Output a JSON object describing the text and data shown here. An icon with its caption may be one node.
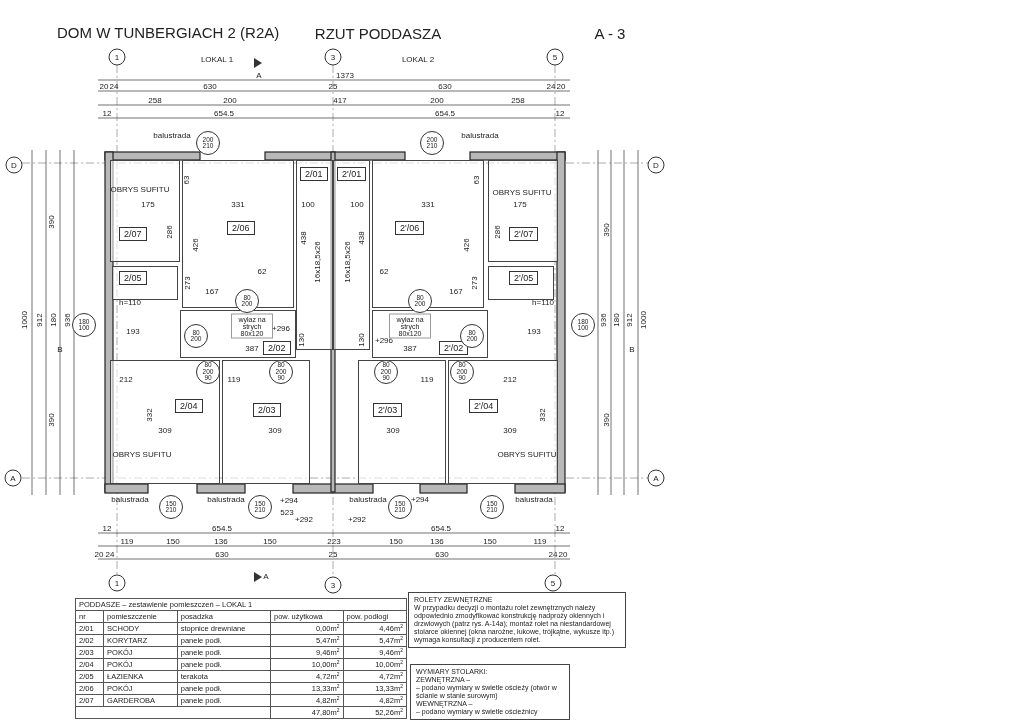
{
  "diagram": {
    "title": "DOM W TUNBERGIACH 2 (R2A)",
    "nodes": [
      {
        "text": [
          "2/07"
        ]
      },
      {
        "text": [
          "2/06"
        ]
      },
      {
        "text": [
          "2/01"
        ]
      },
      {
        "text": [
          "2/05"
        ]
      },
      {
        "text": [
          "2/02"
        ]
      },
      {
        "text": [
          "2/04"
        ]
      },
      {
        "text": [
          "2/03"
        ]
      },
      {
        "text": [
          "2'/01"
        ]
      },
      {
        "text": [
          "2'/06"
        ]
      },
      {
        "text": [
          "2'/07"
        ]
      },
      {
        "text": [
          "2'/05"
        ]
      },
      {
        "text": [
          "2'/02"
        ]
      },
      {
        "text": [
          "2'/03"
        ]
      },
      {
        "text": [
          "2'/04"
        ]
      }
    ],
    "edges": [],
    "labels": [
      "RZUT PODDASZA",
      "A - 3",
      "1",
      "LOKAL 1",
      "A",
      "3",
      "LOKAL 2",
      "5",
      "1373",
      "20",
      "24",
      "630",
      "25",
      "630",
      "24",
      "20",
      "258",
      "200",
      "417",
      "200",
      "258",
      "12",
      "654.5",
      "654.5",
      "12",
      "balustrada",
      "200 210",
      "200 210",
      "balustrada",
      "D",
      "D",
      "390",
      "390",
      "63",
      "OBRYS SUFITU",
      "175",
      "331",
      "100",
      "100",
      "331",
      "175",
      "63",
      "OBRYS SUFITU",
      "286",
      "426",
      "438",
      "16x18,5x26",
      "16x18,5x26",
      "438",
      "426",
      "286",
      "62",
      "62",
      "273",
      "273",
      "167",
      "167",
      "h=110",
      "h=110",
      "80 200",
      "80 200",
      "1000",
      "912",
      "180",
      "936",
      "180 100",
      "193",
      "80 200",
      "wyłaz na strych 80x120",
      "+296",
      "+296",
      "wyłaz na strych 80x120",
      "80 200",
      "193",
      "180 100",
      "936",
      "180",
      "912",
      "1000",
      "B",
      "387",
      "130",
      "130",
      "387",
      "B",
      "80 200 90",
      "80 200 90",
      "80 200 90",
      "80 200 90",
      "212",
      "119",
      "119",
      "212",
      "390",
      "332",
      "309",
      "309",
      "309",
      "309",
      "332",
      "390",
      "OBRYS SUFITU",
      "OBRYS SUFITU",
      "A",
      "A",
      "balustrada",
      "balustrada",
      "+294",
      "balustrada",
      "+294",
      "balustrada",
      "150 210",
      "150 210",
      "150 210",
      "150 210",
      "523",
      "+292",
      "+292",
      "12",
      "654.5",
      "654.5",
      "12",
      "119",
      "150",
      "136",
      "150",
      "223",
      "150",
      "136",
      "150",
      "119",
      "20",
      "24",
      "630",
      "25",
      "630",
      "24",
      "20",
      "1",
      "A",
      "3",
      "5",
      "PODDASZE – zestawienie pomieszczeń – LOKAL 1",
      "nr",
      "pomieszczenie",
      "posadzka",
      "pow. użytkowa",
      "pow. podłogi",
      "2/01",
      "SCHODY",
      "stopnice drewniane",
      "0,00m$^{2}$",
      "4,46m$^{2}$",
      "2/02",
      "KORYTARZ",
      "panele podł.",
      "5,47m$^{2}$",
      "5,47m$^{2}$",
      "2/03",
      "POKÓJ",
      "panele podł.",
      "9,46m$^{2}$",
      "9,46m$^{2}$",
      "2/04",
      "POKÓJ",
      "panele podł.",
      "10,00m$^{2}$",
      "10,00m$^{2}$",
      "2/05",
      "ŁAZIENKA",
      "terakota",
      "4,72m$^{2}$",
      "4,72m$^{2}$",
      "2/06",
      "POKÓJ",
      "panele podł.",
      "13,33m$^{2}$",
      "13,33m$^{2}$",
      "2/07",
      "GARDEROBA",
      "panele podł.",
      "4,82m$^{2}$",
      "4,82m$^{2}$",
      "47,80m$^{2}$",
      "52,26m$^{2}$",
      "ROLETY ZEWNĘTRZNE",
      "W przypadku decyzji o montażu rolet zewnętrznych należy odpowiednio zmodyfikować konstrukcję nadproży okiennych i drzwiowych (patrz rys. A-14a); montaż rolet na niestandardowej stolarce okiennej (okna narożne, łukowe, trójkątne, wykusze itp.) wymaga konsultacji z producentem rolet.",
      "WYMIARY STOLARKI:",
      "ZEWNĘTRZNA –",
      "– podano wymiary w świetle ościeży (otwór w ścianie w stanie surowym)",
      "WEWNĘTRZNA –",
      "– podano wymiary w świetle ościeżnicy"
    ]
  }
}
